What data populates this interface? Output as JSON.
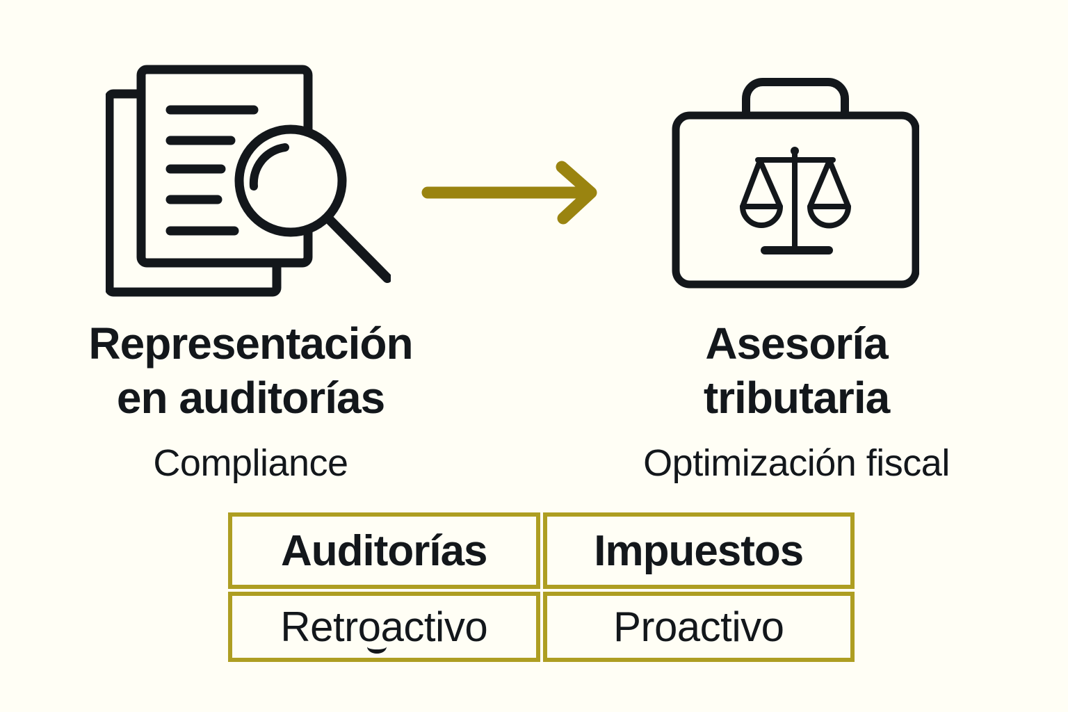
{
  "page": {
    "background_color": "#FFFEF5",
    "ink_color": "#13171B",
    "arrow_color": "#9A8410",
    "table_border_color": "#AE9E22"
  },
  "left_item": {
    "icon": "documents-magnifier-icon",
    "title_line1": "Representación",
    "title_line2": "en auditorías",
    "subtitle": "Compliance"
  },
  "arrow": {
    "icon": "right-arrow-icon",
    "direction": "right"
  },
  "right_item": {
    "icon": "briefcase-scales-icon",
    "title_line1": "Asesoría",
    "title_line2": "tributaria",
    "subtitle": "Optimización fiscal"
  },
  "table": {
    "rows": [
      [
        "Auditorías",
        "Impuestos"
      ],
      [
        "Retroactivo",
        "Proactivo"
      ]
    ]
  }
}
